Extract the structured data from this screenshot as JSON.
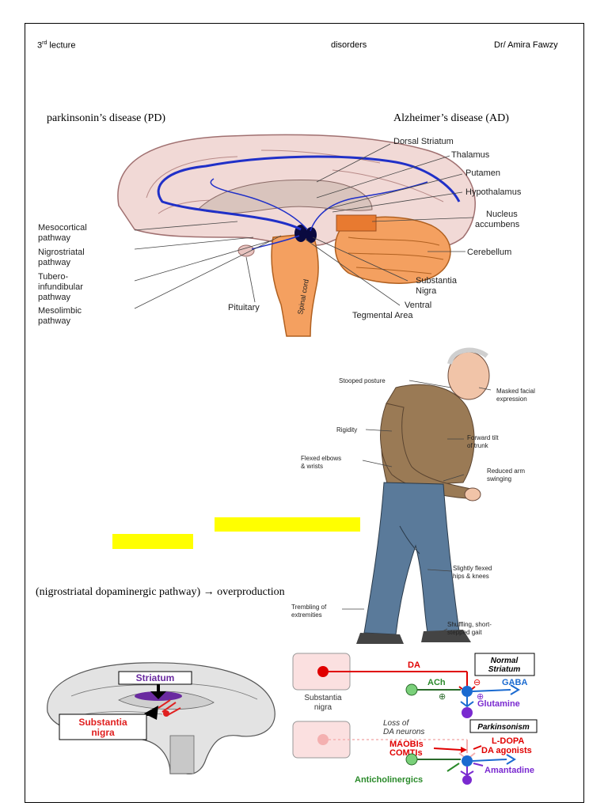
{
  "header": {
    "left_prefix": "3",
    "left_sup": "rd",
    "left_suffix": " lecture",
    "center": "disorders",
    "right": "Dr/ Amira Fawzy"
  },
  "captions": {
    "pd": "parkinsonin’s disease (PD)",
    "ad": "Alzheimer’s disease (AD)",
    "pathway": "(nigrostriatal dopaminergic pathway) → overproduction"
  },
  "brain_labels": {
    "dorsal_striatum": "Dorsal Striatum",
    "thalamus": "Thalamus",
    "putamen": "Putamen",
    "hypothalamus": "Hypothalamus",
    "nucleus": "Nucleus",
    "accumbens": "accumbens",
    "cerebellum": "Cerebellum",
    "substantia": "Substantia",
    "nigra": "Nigra",
    "ventral": "Ventral",
    "tegmental": "Tegmental Area",
    "pituitary": "Pituitary",
    "spinal_cord": "Spinal cord",
    "mesocortical_1": "Mesocortical",
    "mesocortical_2": "pathway",
    "nigrostriatal_1": "Nigrostriatal",
    "nigrostriatal_2": "pathway",
    "tubero_1": "Tubero-",
    "tubero_2": "infundibular",
    "tubero_3": "pathway",
    "mesolimbic_1": "Mesolimbic",
    "mesolimbic_2": "pathway"
  },
  "patient_labels": {
    "stooped": "Stooped posture",
    "masked_1": "Masked facial",
    "masked_2": "expression",
    "rigidity": "Rigidity",
    "forward_1": "Forward tilt",
    "forward_2": "of trunk",
    "flexed_1": "Flexed elbows",
    "flexed_2": "& wrists",
    "reduced_1": "Reduced arm",
    "reduced_2": "swinging",
    "hips_1": "Slightly flexed",
    "hips_2": "hips & knees",
    "trembling_1": "Trembling of",
    "trembling_2": "extremities",
    "shuffling_1": "Shuffling, short-",
    "shuffling_2": "stepped gait"
  },
  "small_brain": {
    "striatum": "Striatum",
    "substantia_1": "Substantia",
    "substantia_2": "nigra"
  },
  "schematic": {
    "da": "DA",
    "normal_1": "Normal",
    "normal_2": "Striatum",
    "ach": "ACh",
    "gaba": "GABA",
    "glutamine": "Glutamine",
    "substantia_1": "Substantia",
    "substantia_2": "nigra",
    "loss_1": "Loss of",
    "loss_2": "DA neurons",
    "parkinsonism": "Parkinsonism",
    "ldopa": "L-DOPA",
    "da_agonists": "DA agonists",
    "maobis": "MAOBIs",
    "comtis": "COMTIs",
    "amantadine": "Amantadine",
    "anticholinergics": "Anticholinergics",
    "minus": "⊖",
    "plus": "⊕"
  }
}
